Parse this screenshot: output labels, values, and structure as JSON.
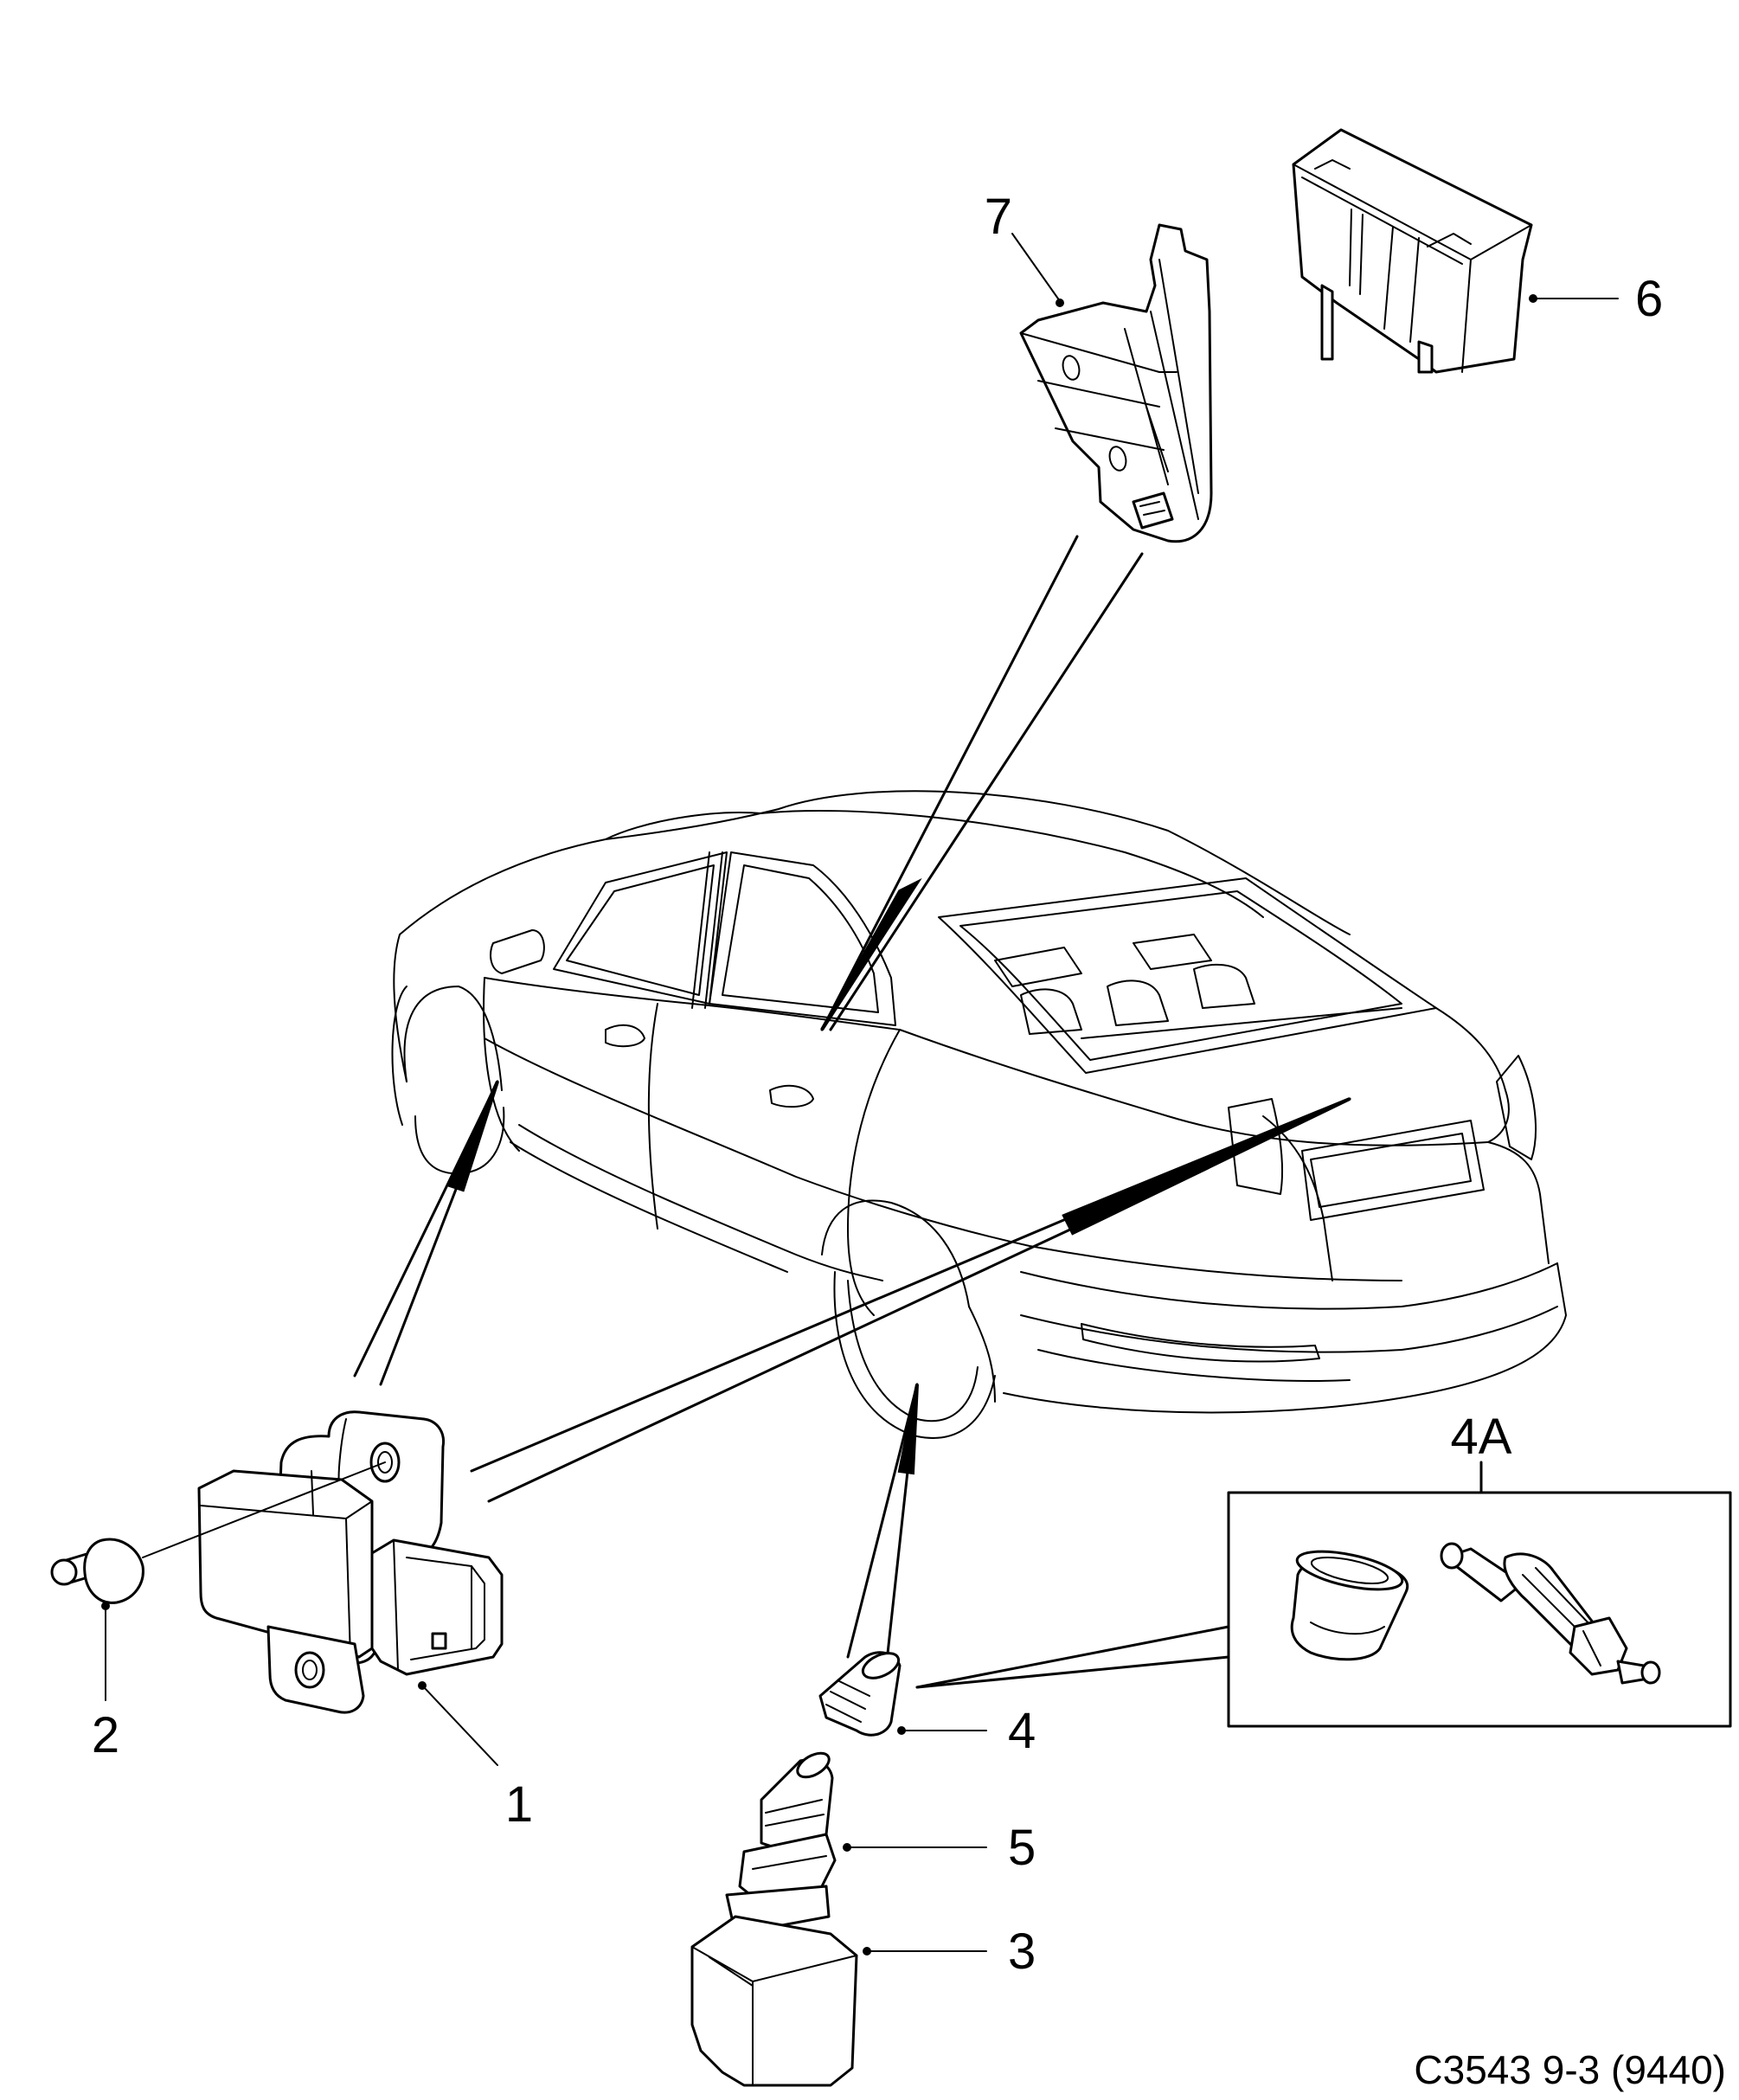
{
  "diagram": {
    "callouts": [
      "1",
      "2",
      "3",
      "4",
      "4A",
      "5",
      "6",
      "7"
    ],
    "code": "C3543 9-3 (9440)"
  }
}
